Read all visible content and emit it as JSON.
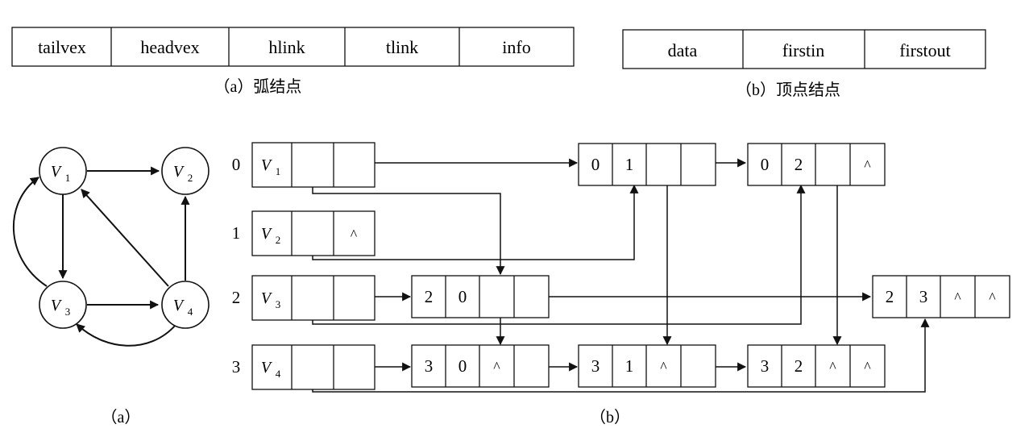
{
  "structs": {
    "arc_fields": [
      "tailvex",
      "headvex",
      "hlink",
      "tlink",
      "info"
    ],
    "arc_caption": "（a）弧结点",
    "vertex_fields": [
      "data",
      "firstin",
      "firstout"
    ],
    "vertex_caption": "（b）顶点结点"
  },
  "graph": {
    "vertex_letter": "V",
    "vertices": [
      "1",
      "2",
      "3",
      "4"
    ],
    "caption": "（a）"
  },
  "list": {
    "caption": "（b）",
    "null_symbol": "^",
    "vertex_rows": [
      {
        "index": "0",
        "sub": "1",
        "firstin": "",
        "firstout": ""
      },
      {
        "index": "1",
        "sub": "2",
        "firstin": "",
        "firstout": "^"
      },
      {
        "index": "2",
        "sub": "3",
        "firstin": "",
        "firstout": ""
      },
      {
        "index": "3",
        "sub": "4",
        "firstin": "",
        "firstout": ""
      }
    ],
    "arc_nodes": [
      {
        "id": "n01",
        "tail": "0",
        "head": "1",
        "hlink": "",
        "tlink": ""
      },
      {
        "id": "n02",
        "tail": "0",
        "head": "2",
        "hlink": "",
        "tlink": "^"
      },
      {
        "id": "n20",
        "tail": "2",
        "head": "0",
        "hlink": "",
        "tlink": ""
      },
      {
        "id": "n23",
        "tail": "2",
        "head": "3",
        "hlink": "^",
        "tlink": "^"
      },
      {
        "id": "n30",
        "tail": "3",
        "head": "0",
        "hlink": "^",
        "tlink": ""
      },
      {
        "id": "n31",
        "tail": "3",
        "head": "1",
        "hlink": "^",
        "tlink": ""
      },
      {
        "id": "n32",
        "tail": "3",
        "head": "2",
        "hlink": "^",
        "tlink": "^"
      }
    ]
  }
}
